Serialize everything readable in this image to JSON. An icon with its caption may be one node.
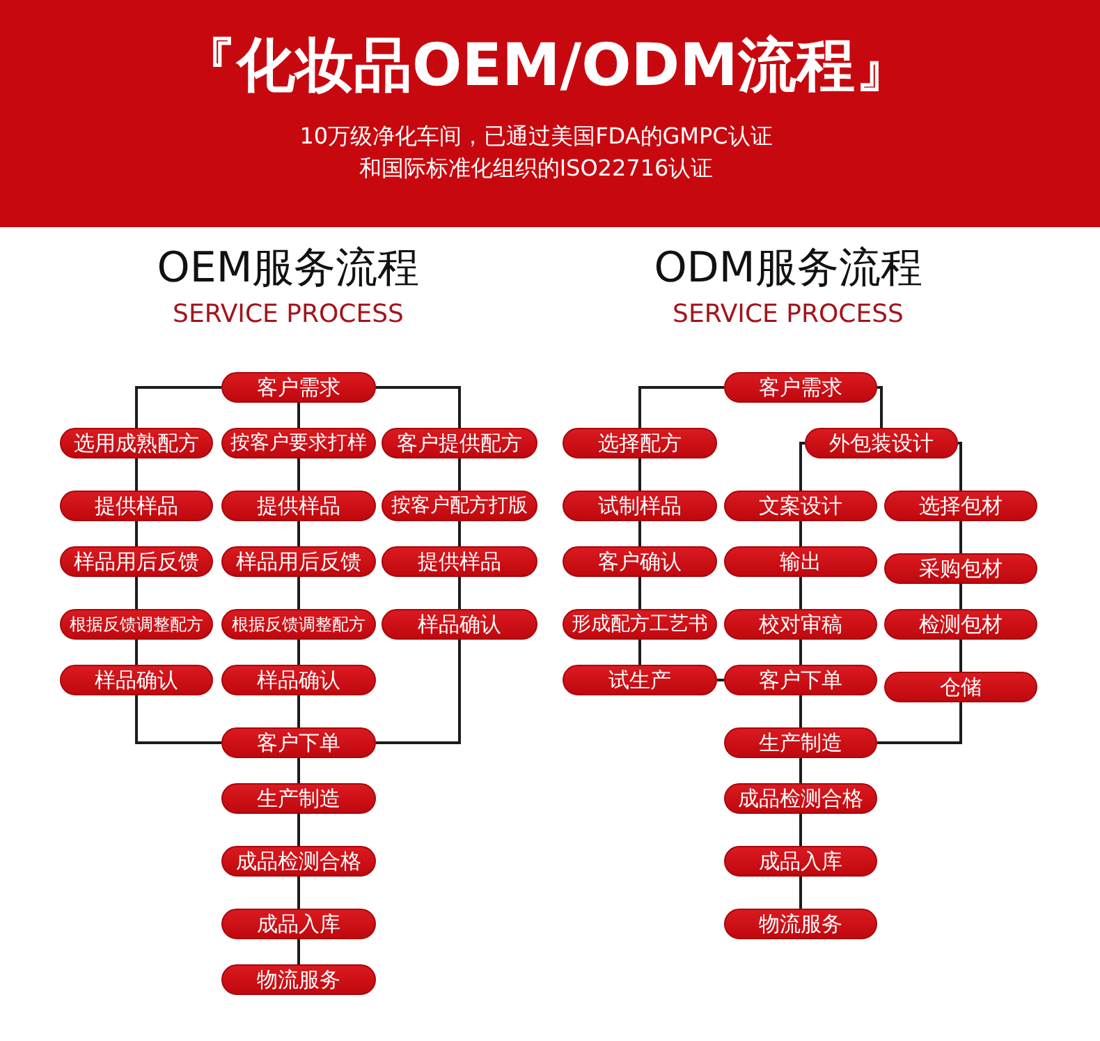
{
  "diagram": {
    "title": "『化妆品OEM/ODM流程』",
    "nodes": [
      {
        "text": [
          "客户需求"
        ]
      },
      {
        "text": [
          "选用成熟配方"
        ]
      },
      {
        "text": [
          "按客户要求打样"
        ]
      },
      {
        "text": [
          "客户提供配方"
        ]
      },
      {
        "text": [
          "提供样品"
        ]
      },
      {
        "text": [
          "提供样品"
        ]
      },
      {
        "text": [
          "按客户配方打版"
        ]
      },
      {
        "text": [
          "样品用后反馈"
        ]
      },
      {
        "text": [
          "样品用后反馈"
        ]
      },
      {
        "text": [
          "提供样品"
        ]
      },
      {
        "text": [
          "根据反馈调整配方"
        ]
      },
      {
        "text": [
          "根据反馈调整配方"
        ]
      },
      {
        "text": [
          "样品确认"
        ]
      },
      {
        "text": [
          "样品确认"
        ]
      },
      {
        "text": [
          "样品确认"
        ]
      },
      {
        "text": [
          "客户下单"
        ]
      },
      {
        "text": [
          "生产制造"
        ]
      },
      {
        "text": [
          "成品检测合格"
        ]
      },
      {
        "text": [
          "成品入库"
        ]
      },
      {
        "text": [
          "物流服务"
        ]
      },
      {
        "text": [
          "客户需求"
        ]
      },
      {
        "text": [
          "选择配方"
        ]
      },
      {
        "text": [
          "外包装设计"
        ]
      },
      {
        "text": [
          "试制样品"
        ]
      },
      {
        "text": [
          "文案设计"
        ]
      },
      {
        "text": [
          "选择包材"
        ]
      },
      {
        "text": [
          "客户确认"
        ]
      },
      {
        "text": [
          "输出"
        ]
      },
      {
        "text": [
          "采购包材"
        ]
      },
      {
        "text": [
          "形成配方工艺书"
        ]
      },
      {
        "text": [
          "校对审稿"
        ]
      },
      {
        "text": [
          "检测包材"
        ]
      },
      {
        "text": [
          "试生产"
        ]
      },
      {
        "text": [
          "客户下单"
        ]
      },
      {
        "text": [
          "仓储"
        ]
      },
      {
        "text": [
          "生产制造"
        ]
      },
      {
        "text": [
          "成品检测合格"
        ]
      },
      {
        "text": [
          "成品入库"
        ]
      },
      {
        "text": [
          "物流服务"
        ]
      }
    ],
    "edges": [
      {
        "from": 0,
        "to": 1,
        "arrow": "none"
      },
      {
        "from": 0,
        "to": 2,
        "arrow": "none"
      },
      {
        "from": 0,
        "to": 3,
        "arrow": "none"
      },
      {
        "from": 1,
        "to": 4,
        "arrow": "none"
      },
      {
        "from": 4,
        "to": 7,
        "arrow": "none"
      },
      {
        "from": 7,
        "to": 10,
        "arrow": "none"
      },
      {
        "from": 10,
        "to": 13,
        "arrow": "none"
      },
      {
        "from": 2,
        "to": 5,
        "arrow": "none"
      },
      {
        "from": 5,
        "to": 8,
        "arrow": "none"
      },
      {
        "from": 8,
        "to": 11,
        "arrow": "none"
      },
      {
        "from": 11,
        "to": 14,
        "arrow": "none"
      },
      {
        "from": 3,
        "to": 6,
        "arrow": "none"
      },
      {
        "from": 6,
        "to": 9,
        "arrow": "none"
      },
      {
        "from": 9,
        "to": 12,
        "arrow": "none"
      },
      {
        "from": 13,
        "to": 15,
        "arrow": "none"
      },
      {
        "from": 14,
        "to": 15,
        "arrow": "none"
      },
      {
        "from": 12,
        "to": 15,
        "arrow": "none"
      },
      {
        "from": 15,
        "to": 16,
        "arrow": "none"
      },
      {
        "from": 16,
        "to": 17,
        "arrow": "none"
      },
      {
        "from": 17,
        "to": 18,
        "arrow": "none"
      },
      {
        "from": 18,
        "to": 19,
        "arrow": "none"
      },
      {
        "from": 20,
        "to": 21,
        "arrow": "none"
      },
      {
        "from": 20,
        "to": 22,
        "arrow": "none"
      },
      {
        "from": 21,
        "to": 23,
        "arrow": "none"
      },
      {
        "from": 23,
        "to": 26,
        "arrow": "none"
      },
      {
        "from": 26,
        "to": 29,
        "arrow": "none"
      },
      {
        "from": 29,
        "to": 32,
        "arrow": "none"
      },
      {
        "from": 22,
        "to": 24,
        "arrow": "none"
      },
      {
        "from": 22,
        "to": 25,
        "arrow": "none"
      },
      {
        "from": 24,
        "to": 27,
        "arrow": "none"
      },
      {
        "from": 27,
        "to": 30,
        "arrow": "none"
      },
      {
        "from": 30,
        "to": 33,
        "arrow": "none"
      },
      {
        "from": 25,
        "to": 28,
        "arrow": "none"
      },
      {
        "from": 28,
        "to": 31,
        "arrow": "none"
      },
      {
        "from": 31,
        "to": 34,
        "arrow": "none"
      },
      {
        "from": 32,
        "to": 33,
        "arrow": "none"
      },
      {
        "from": 33,
        "to": 35,
        "arrow": "none"
      },
      {
        "from": 34,
        "to": 35,
        "arrow": "none"
      },
      {
        "from": 35,
        "to": 36,
        "arrow": "none"
      },
      {
        "from": 36,
        "to": 37,
        "arrow": "none"
      },
      {
        "from": 37,
        "to": 38,
        "arrow": "none"
      }
    ],
    "labels": [
      "10万级净化车间，已通过美国FDA的GMPC认证",
      "和国际标准化组织的ISO22716认证",
      "OEM服务流程",
      "SERVICE PROCESS",
      "ODM服务流程",
      "SERVICE PROCESS"
    ]
  }
}
